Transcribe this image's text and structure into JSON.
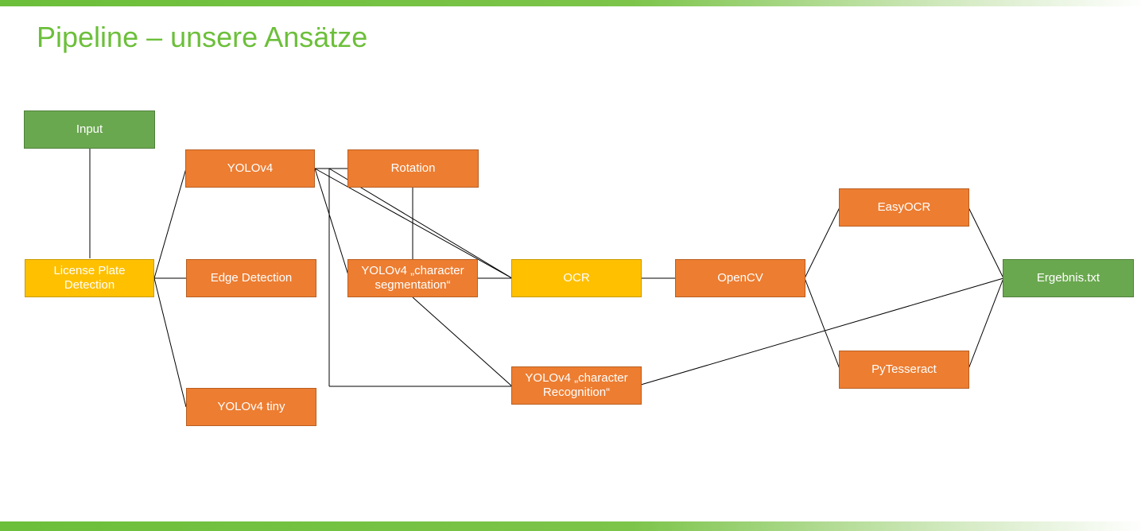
{
  "slide": {
    "title": "Pipeline – unsere Ansätze"
  },
  "nodes": {
    "input": "Input",
    "lpd": "License Plate\nDetection",
    "yolov4": "YOLOv4",
    "edge": "Edge Detection",
    "tiny": "YOLOv4 tiny",
    "rotation": "Rotation",
    "charseg": "YOLOv4 „character\nsegmentation“",
    "ocr": "OCR",
    "charrec": "YOLOv4 „character\nRecognition“",
    "opencv": "OpenCV",
    "easyocr": "EasyOCR",
    "pytesseract": "PyTesseract",
    "ergebnis": "Ergebnis.txt"
  },
  "colors": {
    "accent_green": "#6cbf3a",
    "node_green": "#6aa84f",
    "node_orange": "#ed7d31",
    "node_yellow": "#ffc000"
  }
}
